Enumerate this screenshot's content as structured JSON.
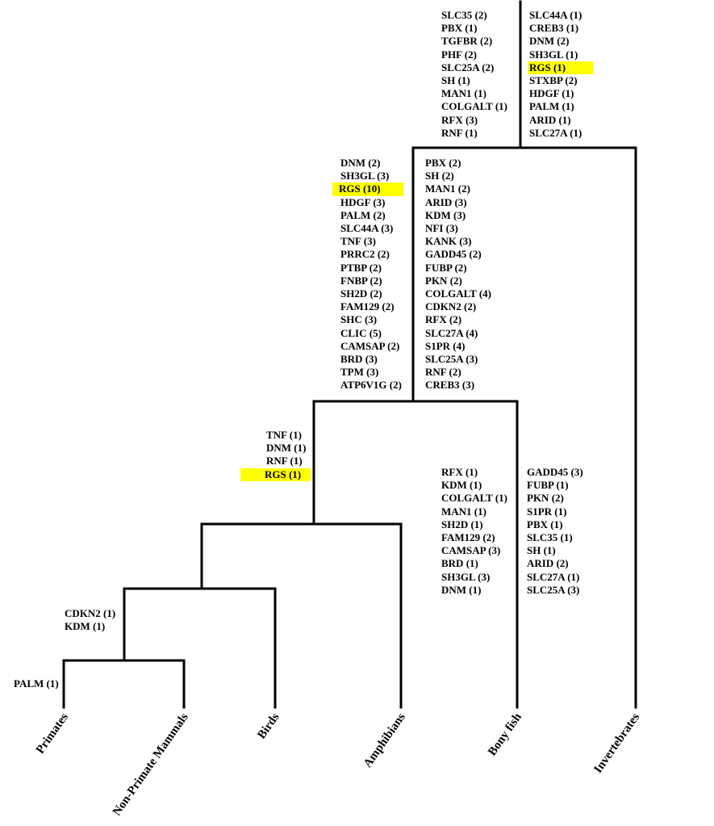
{
  "taxa": [
    "Primates",
    "Non-Primate Mammals",
    "Birds",
    "Amphibians",
    "Bony fish",
    "Invertebrates"
  ],
  "gene_lists": {
    "top_left": [
      {
        "text": "SLC35  (2)"
      },
      {
        "text": "PBX  (1)"
      },
      {
        "text": "TGFBR  (2)"
      },
      {
        "text": "PHF  (2)"
      },
      {
        "text": "SLC25A  (2)"
      },
      {
        "text": "SH  (1)"
      },
      {
        "text": "MAN1  (1)"
      },
      {
        "text": "COLGALT  (1)"
      },
      {
        "text": "RFX  (3)"
      },
      {
        "text": "RNF  (1)"
      }
    ],
    "top_right": [
      {
        "text": "SLC44A  (1)"
      },
      {
        "text": "CREB3  (1)"
      },
      {
        "text": "DNM  (2)"
      },
      {
        "text": "SH3GL  (1)"
      },
      {
        "text": "RGS  (1)",
        "highlight": true
      },
      {
        "text": "STXBP  (2)"
      },
      {
        "text": "HDGF  (1)"
      },
      {
        "text": "PALM  (1)"
      },
      {
        "text": "ARID  (1)"
      },
      {
        "text": "SLC27A  (1)"
      }
    ],
    "mid_left": [
      {
        "text": "DNM  (2)"
      },
      {
        "text": "SH3GL  (3)"
      },
      {
        "text": "RGS  (10)",
        "highlight": true
      },
      {
        "text": "HDGF  (3)"
      },
      {
        "text": "PALM  (2)"
      },
      {
        "text": "SLC44A  (3)"
      },
      {
        "text": "TNF  (3)"
      },
      {
        "text": "PRRC2  (2)"
      },
      {
        "text": "PTBP  (2)"
      },
      {
        "text": "FNBP  (2)"
      },
      {
        "text": "SH2D  (2)"
      },
      {
        "text": "FAM129  (2)"
      },
      {
        "text": "SHC  (3)"
      },
      {
        "text": "CLIC  (5)"
      },
      {
        "text": "CAMSAP  (2)"
      },
      {
        "text": "BRD  (3)"
      },
      {
        "text": "TPM  (3)"
      },
      {
        "text": "ATP6V1G (2)"
      }
    ],
    "mid_right": [
      {
        "text": "PBX  (2)"
      },
      {
        "text": "SH  (2)"
      },
      {
        "text": "MAN1  (2)"
      },
      {
        "text": "ARID  (3)"
      },
      {
        "text": "KDM  (3)"
      },
      {
        "text": "NFI  (3)"
      },
      {
        "text": "KANK  (3)"
      },
      {
        "text": "GADD45  (2)"
      },
      {
        "text": "FUBP  (2)"
      },
      {
        "text": "PKN  (2)"
      },
      {
        "text": "COLGALT  (4)"
      },
      {
        "text": "CDKN2  (2)"
      },
      {
        "text": "RFX  (2)"
      },
      {
        "text": "SLC27A  (4)"
      },
      {
        "text": "S1PR  (4)"
      },
      {
        "text": "SLC25A  (3)"
      },
      {
        "text": "RNF  (2)"
      },
      {
        "text": "CREB3  (3)"
      }
    ],
    "tetrapod": [
      {
        "text": "TNF  (1)"
      },
      {
        "text": "DNM (1)"
      },
      {
        "text": "RNF  (1)"
      },
      {
        "text": "RGS  (1)",
        "highlight": true
      }
    ],
    "rayfin_left": [
      {
        "text": "RFX  (1)"
      },
      {
        "text": "KDM  (1)"
      },
      {
        "text": "COLGALT (1)"
      },
      {
        "text": "MAN1  (1)"
      },
      {
        "text": "SH2D  (1)"
      },
      {
        "text": "FAM129  (2)"
      },
      {
        "text": "CAMSAP  (3)"
      },
      {
        "text": "BRD  (1)"
      },
      {
        "text": "SH3GL  (3)"
      },
      {
        "text": "DNM  (1)"
      }
    ],
    "rayfin_right": [
      {
        "text": "GADD45  (3)"
      },
      {
        "text": "FUBP  (1)"
      },
      {
        "text": "PKN  (2)"
      },
      {
        "text": "S1PR  (1)"
      },
      {
        "text": "PBX  (1)"
      },
      {
        "text": "SLC35  (1)"
      },
      {
        "text": "SH  (1)"
      },
      {
        "text": "ARID  (2)"
      },
      {
        "text": "SLC27A  (1)"
      },
      {
        "text": "SLC25A  (3)"
      }
    ],
    "mammal": [
      {
        "text": "CDKN2  (1)"
      },
      {
        "text": "KDM  (1)"
      }
    ],
    "primate": [
      {
        "text": "PALM (1)"
      }
    ]
  },
  "colors": {
    "line": "#000000",
    "highlight": "#ffff00",
    "text": "#000000"
  }
}
